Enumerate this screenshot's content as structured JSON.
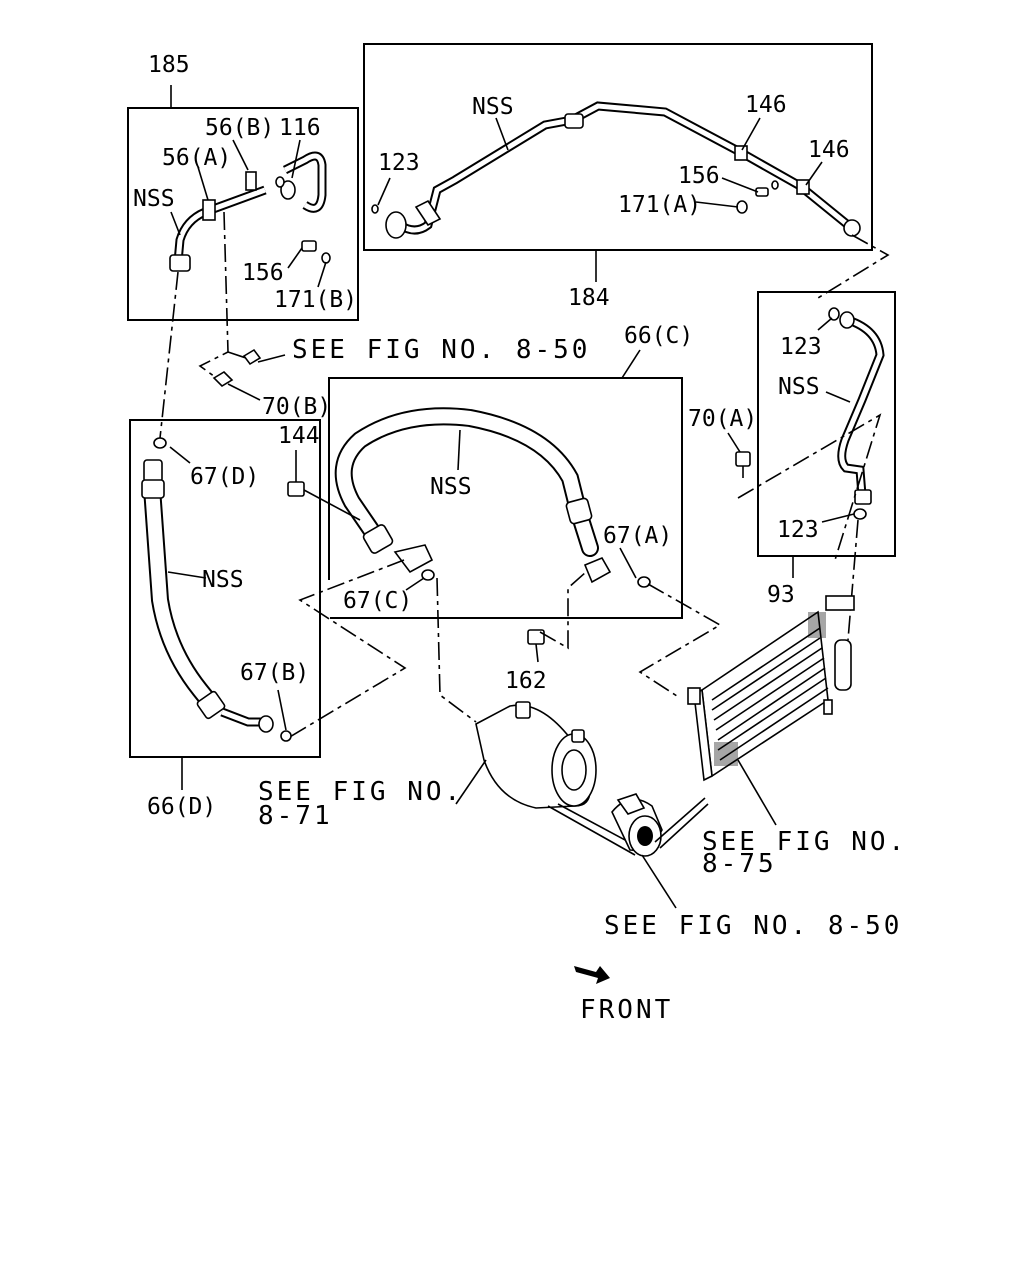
{
  "labels": {
    "l185": "185",
    "l56b": "56(B)",
    "l116": "116",
    "l56a": "56(A)",
    "nss1": "NSS",
    "l156a": "156",
    "l171b": "171(B)",
    "see850a": "SEE FIG NO. 8-50",
    "l70b": "70(B)",
    "nss2": "NSS",
    "l123a": "123",
    "l146a": "146",
    "l146b": "146",
    "l156b": "156",
    "l171a": "171(A)",
    "l184": "184",
    "l66c": "66(C)",
    "l123b": "123",
    "nss3": "NSS",
    "l70a": "70(A)",
    "l144": "144",
    "nss4": "NSS",
    "l67d": "67(D)",
    "l67a": "67(A)",
    "l123c": "123",
    "l93": "93",
    "nss5": "NSS",
    "l67c": "67(C)",
    "l162": "162",
    "l67b": "67(B)",
    "l66d": "66(D)",
    "see871_line1": "SEE FIG NO.",
    "see871_line2": "8-71",
    "see875_line1": "SEE FIG NO.",
    "see875_line2": "8-75",
    "see850b": "SEE FIG NO. 8-50",
    "front": "FRONT"
  },
  "icons": {
    "front_arrow": "front-arrow-icon"
  }
}
